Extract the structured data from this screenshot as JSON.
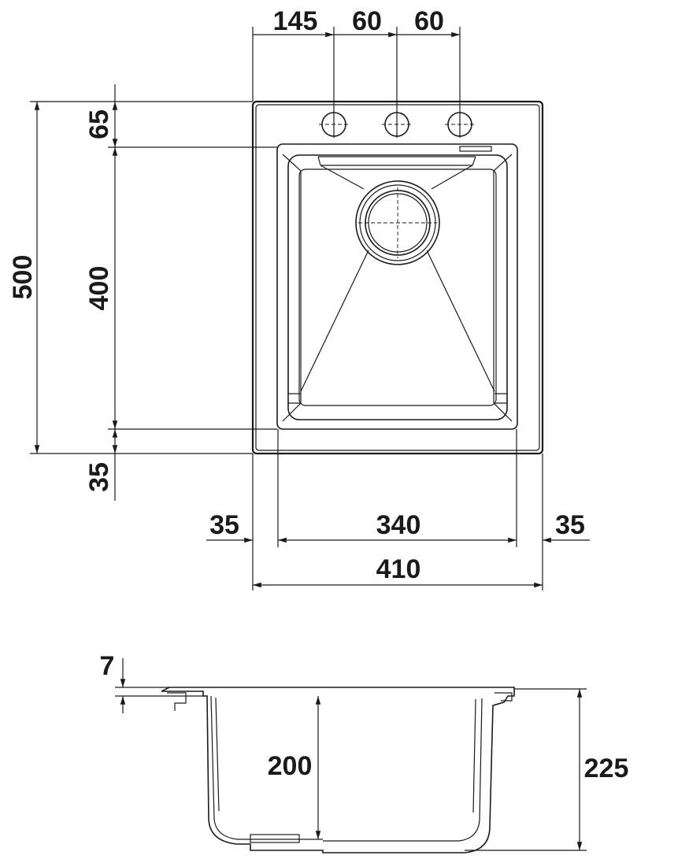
{
  "top_view": {
    "hole_spacing": {
      "left_offset": "145",
      "spacing_1": "60",
      "spacing_2": "60"
    },
    "vertical": {
      "overall_depth": "500",
      "top_margin": "65",
      "bowl_length": "400",
      "bottom_margin": "35"
    },
    "horizontal": {
      "left_margin": "35",
      "bowl_width": "340",
      "right_margin": "35",
      "overall_width": "410"
    }
  },
  "side_view": {
    "rim_thickness": "7",
    "bowl_depth": "200",
    "overall_height": "225"
  }
}
